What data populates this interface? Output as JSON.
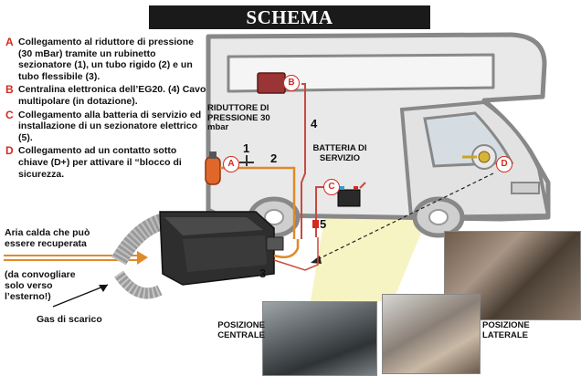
{
  "title": "SCHEMA DELL’INSTALLAZIONE",
  "legend": [
    {
      "letter": "A",
      "text": "Collegamento al riduttore di pressione (30 mBar) tramite un rubinetto sezionatore (1), un tubo rigido (2) e un tubo flessibile (3)."
    },
    {
      "letter": "B",
      "text": "Centralina elettronica dell’EG20. (4) Cavo multipolare (in dotazione)."
    },
    {
      "letter": "C",
      "text": "Collegamento alla batteria di servizio ed installazione di un sezionatore elettrico (5)."
    },
    {
      "letter": "D",
      "text": "Collegamento ad un contatto sotto chiave (D+) per attivare il “blocco di sicurezza."
    }
  ],
  "labels": {
    "riduttore": "RIDUTTORE DI PRESSIONE 30 mbar",
    "batteria": "BATTERIA DI SERVIZIO",
    "aria_calda": "Aria calda che può essere recuperata",
    "convogliare": "(da convogliare solo verso l’esterno!)",
    "gas_scarico": "Gas di scarico",
    "posizione_centrale": "POSIZIONE CENTRALE",
    "posizione_laterale": "POSIZIONE LATERALE"
  },
  "markers": {
    "a": "A",
    "b": "B",
    "c": "C",
    "d": "D"
  },
  "numbers": {
    "n1": "1",
    "n2": "2",
    "n3": "3",
    "n4": "4",
    "n5": "5"
  },
  "colors": {
    "accent": "#d42a20",
    "title_bg": "#1a1a1a",
    "hose": "#e08a2a",
    "glow": "#f3efb0"
  }
}
